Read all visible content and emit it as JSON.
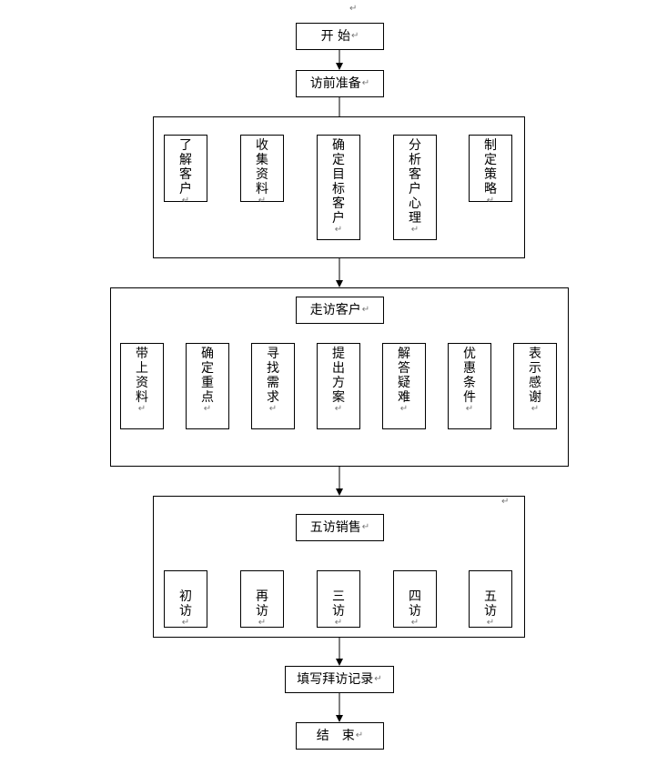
{
  "marker": "↵",
  "start": "开 始",
  "prep": "访前准备",
  "prep_steps": [
    "了解客户",
    "收集资料",
    "确定目标客户",
    "分析客户心理",
    "制定策略"
  ],
  "visit": "走访客户",
  "visit_steps": [
    "带上资料",
    "确定重点",
    "寻找需求",
    "提出方案",
    "解答疑难",
    "优惠条件",
    "表示感谢"
  ],
  "five": "五访销售",
  "five_steps": [
    "初访",
    "再访",
    "三访",
    "四访",
    "五访"
  ],
  "record": "填写拜访记录",
  "end": "结　束"
}
